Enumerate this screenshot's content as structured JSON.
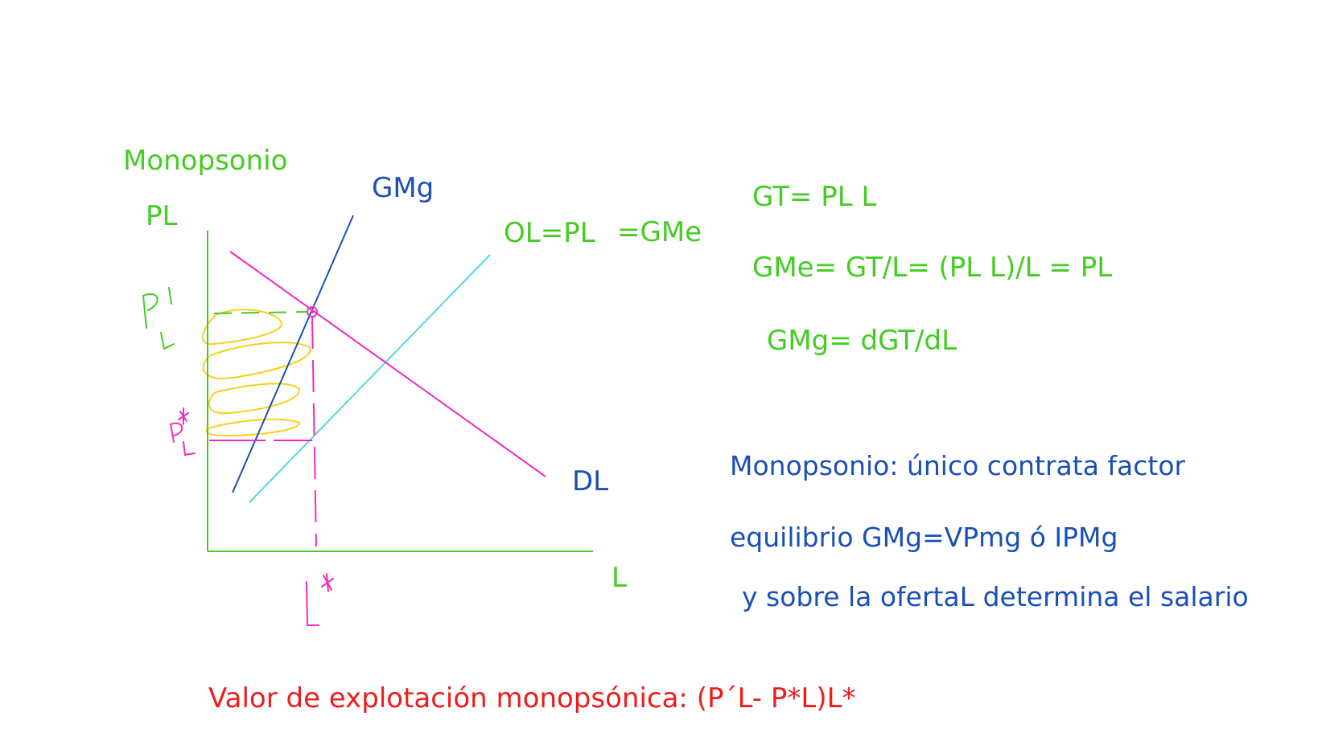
{
  "diagram": {
    "title": "Monopsonio",
    "y_axis_label": "PL",
    "x_axis_label": "L",
    "curve_gmg": "GMg",
    "curve_supply": "OL=PL",
    "curve_supply_extra": "=GMe",
    "curve_demand": "DL",
    "handwritten": {
      "p_prime_l": "P'L",
      "p_star_l": "P*L",
      "l_star": "L*"
    }
  },
  "equations": {
    "gt": "GT= PL L",
    "gme": "GMe= GT/L= (PL L)/L = PL",
    "gmg": "GMg= dGT/dL"
  },
  "notes": {
    "line1": "Monopsonio: único contrata factor",
    "line2": "equilibrio GMg=VPmg ó IPMg",
    "line3": "y sobre la ofertaL determina el salario"
  },
  "footer": {
    "explotacion": "Valor de explotación monopsónica: (P´L- P*L)L*"
  },
  "colors": {
    "green": "#44cc22",
    "blue": "#1a4fb8",
    "cyan": "#55d6e0",
    "magenta": "#f02bbf",
    "yellow": "#f5d020",
    "red": "#ee1c1c"
  }
}
